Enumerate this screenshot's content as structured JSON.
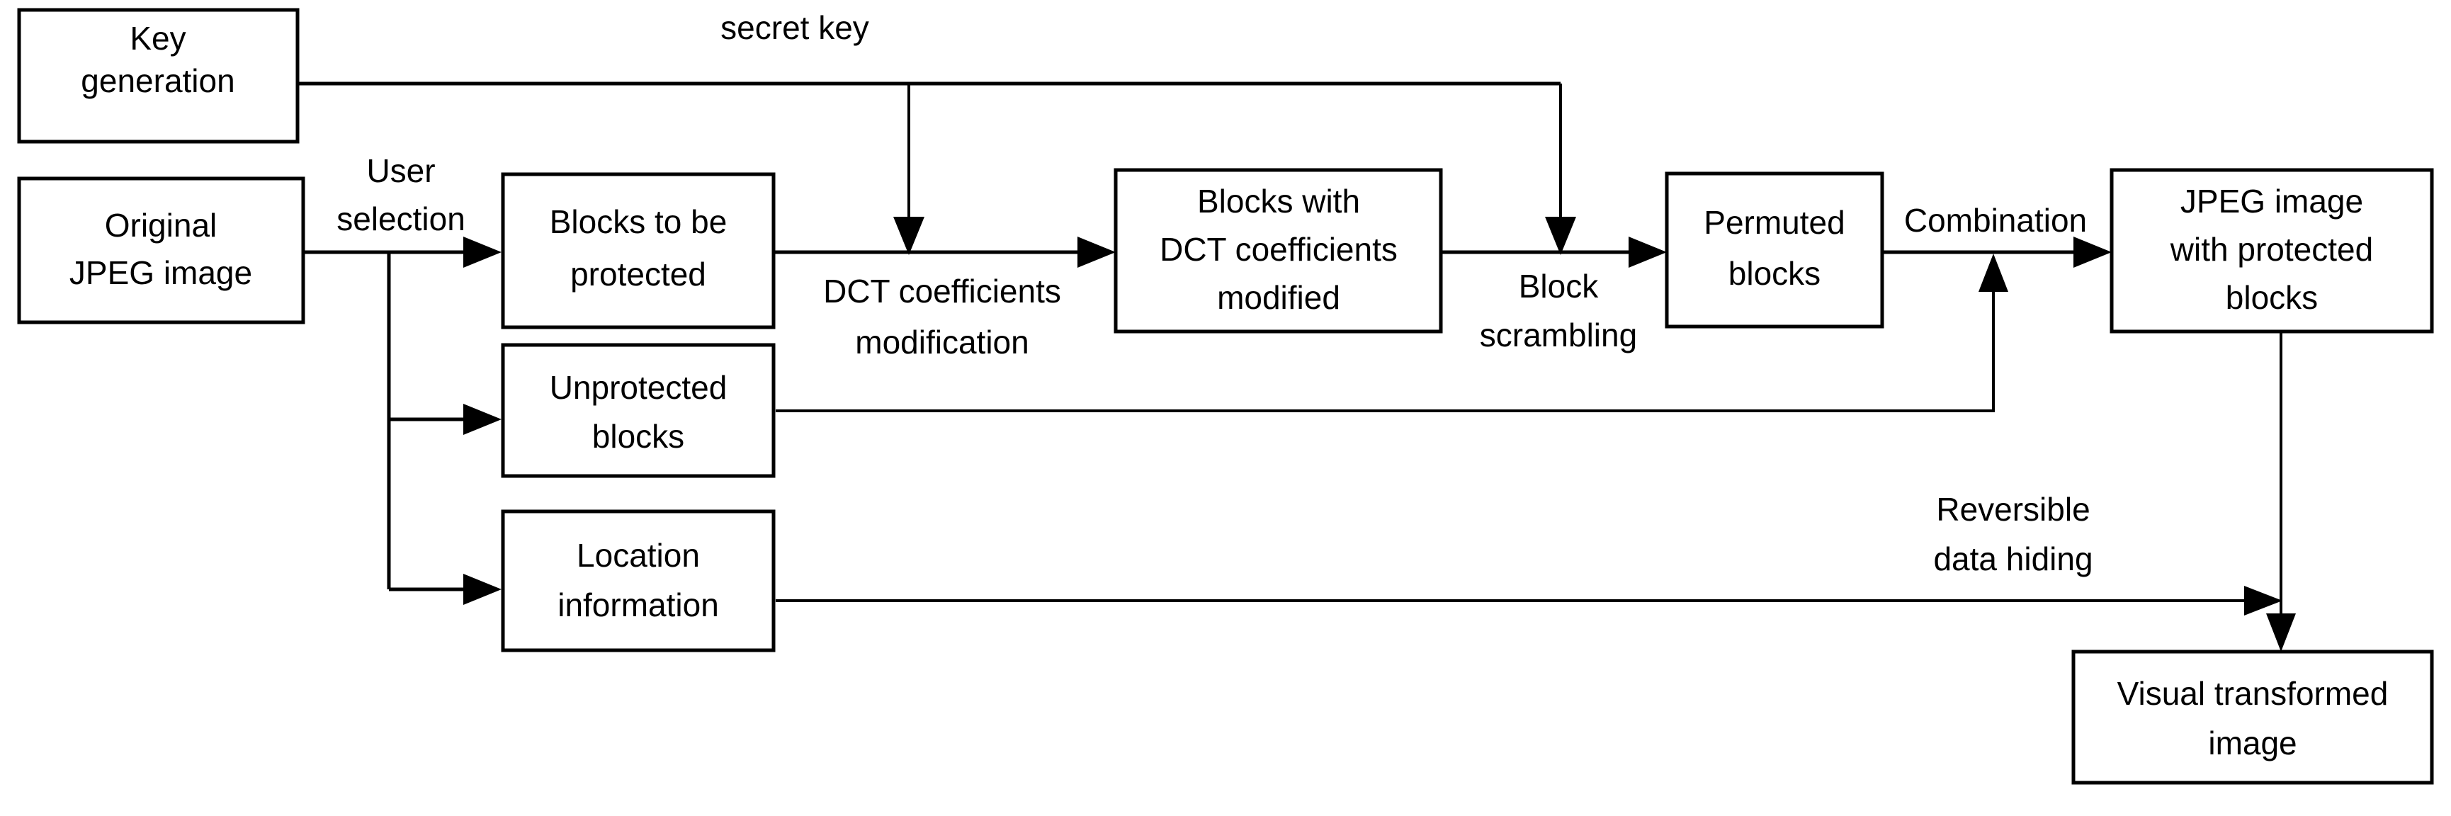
{
  "diagram": {
    "title": "JPEG image visual protection / reversible data hiding flowchart",
    "type": "flowchart",
    "stroke_color": "#000000",
    "background_color": "#ffffff",
    "nodes": [
      {
        "id": "key-generation",
        "lines": [
          "Key",
          "generation"
        ]
      },
      {
        "id": "original-jpeg-image",
        "lines": [
          "Original",
          "JPEG image"
        ]
      },
      {
        "id": "blocks-to-be-protected",
        "lines": [
          "Blocks to be",
          "protected"
        ]
      },
      {
        "id": "unprotected-blocks",
        "lines": [
          "Unprotected",
          "blocks"
        ]
      },
      {
        "id": "location-information",
        "lines": [
          "Location",
          "information"
        ]
      },
      {
        "id": "blocks-with-dct-coefficients-modified",
        "lines": [
          "Blocks with",
          "DCT coefficients",
          "modified"
        ]
      },
      {
        "id": "permuted-blocks",
        "lines": [
          "Permuted",
          "blocks"
        ]
      },
      {
        "id": "jpeg-image-with-protected-blocks",
        "lines": [
          "JPEG image",
          "with protected",
          "blocks"
        ]
      },
      {
        "id": "visual-transformed-image",
        "lines": [
          "Visual transformed",
          "image"
        ]
      }
    ],
    "edge_labels": [
      {
        "id": "secret-key",
        "lines": [
          "secret key"
        ]
      },
      {
        "id": "user-selection",
        "lines": [
          "User",
          "selection"
        ]
      },
      {
        "id": "dct-coefficients-modification",
        "lines": [
          "DCT coefficients",
          "modification"
        ]
      },
      {
        "id": "block-scrambling",
        "lines": [
          "Block",
          "scrambling"
        ]
      },
      {
        "id": "combination",
        "lines": [
          "Combination"
        ]
      },
      {
        "id": "reversible-data-hiding",
        "lines": [
          "Reversible",
          "data hiding"
        ]
      }
    ]
  }
}
